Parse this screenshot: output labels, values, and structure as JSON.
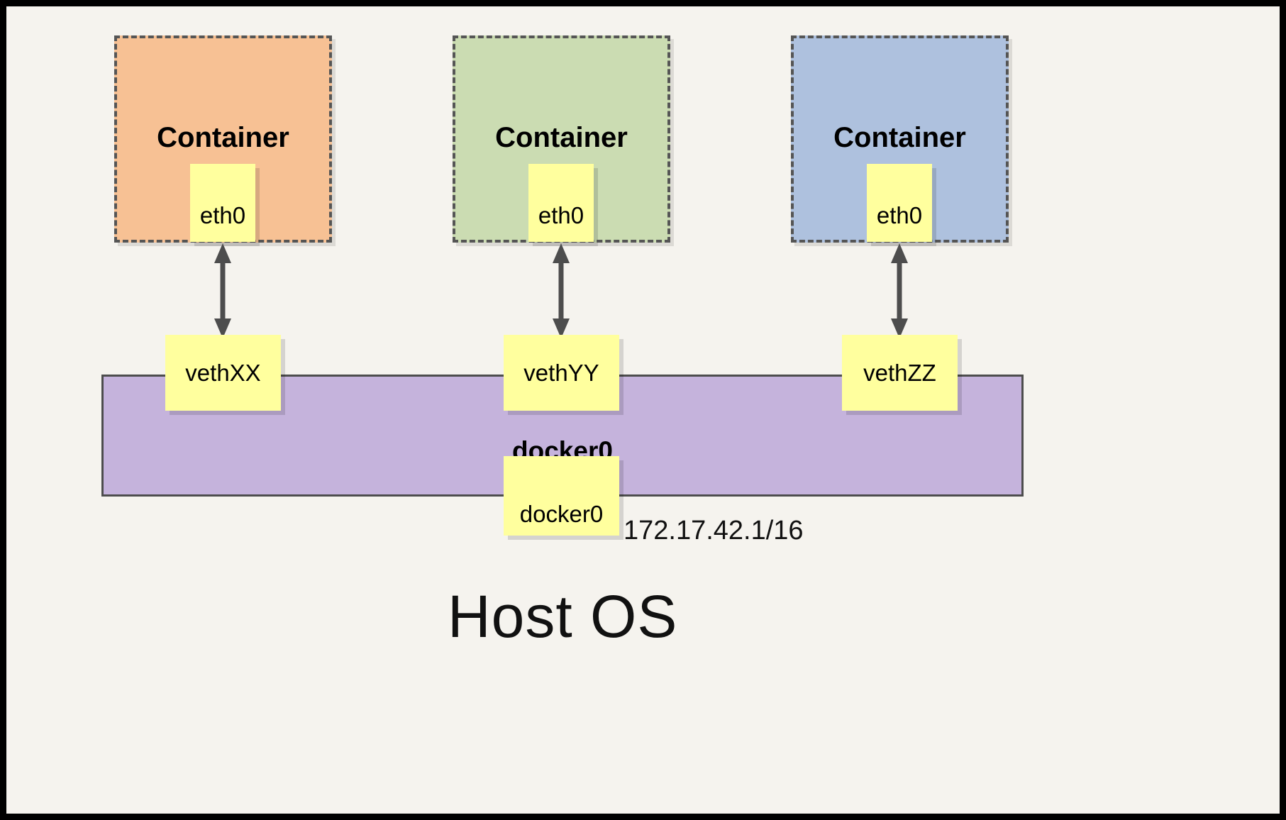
{
  "diagram": {
    "title_text": "Host OS",
    "frame_color": "#000000",
    "background_color": "#f5f3ee"
  },
  "containers": [
    {
      "label": "Container",
      "fill": "#f7c194",
      "border": "#555555",
      "interface_label": "eth0"
    },
    {
      "label": "Container",
      "fill": "#cbdcb2",
      "border": "#555555",
      "interface_label": "eth0"
    },
    {
      "label": "Container",
      "fill": "#aec1de",
      "border": "#555555",
      "interface_label": "eth0"
    }
  ],
  "veth_pairs": [
    {
      "label": "vethXX"
    },
    {
      "label": "vethYY"
    },
    {
      "label": "vethZZ"
    }
  ],
  "bridge": {
    "name": "docker0",
    "port_label": "docker0",
    "ip_label": "172.17.42.1/16",
    "fill": "#c5b3dc",
    "border": "#4d4d4d"
  },
  "arrows": {
    "count": 3,
    "style": "double-headed-vertical",
    "color": "#4d4d4d"
  },
  "colors": {
    "chip_yellow": "#ffff9e",
    "container_orange": "#f7c194",
    "container_green": "#cbdcb2",
    "container_blue": "#aec1de",
    "bridge_purple": "#c5b3dc",
    "stroke_dark": "#4d4d4d"
  }
}
